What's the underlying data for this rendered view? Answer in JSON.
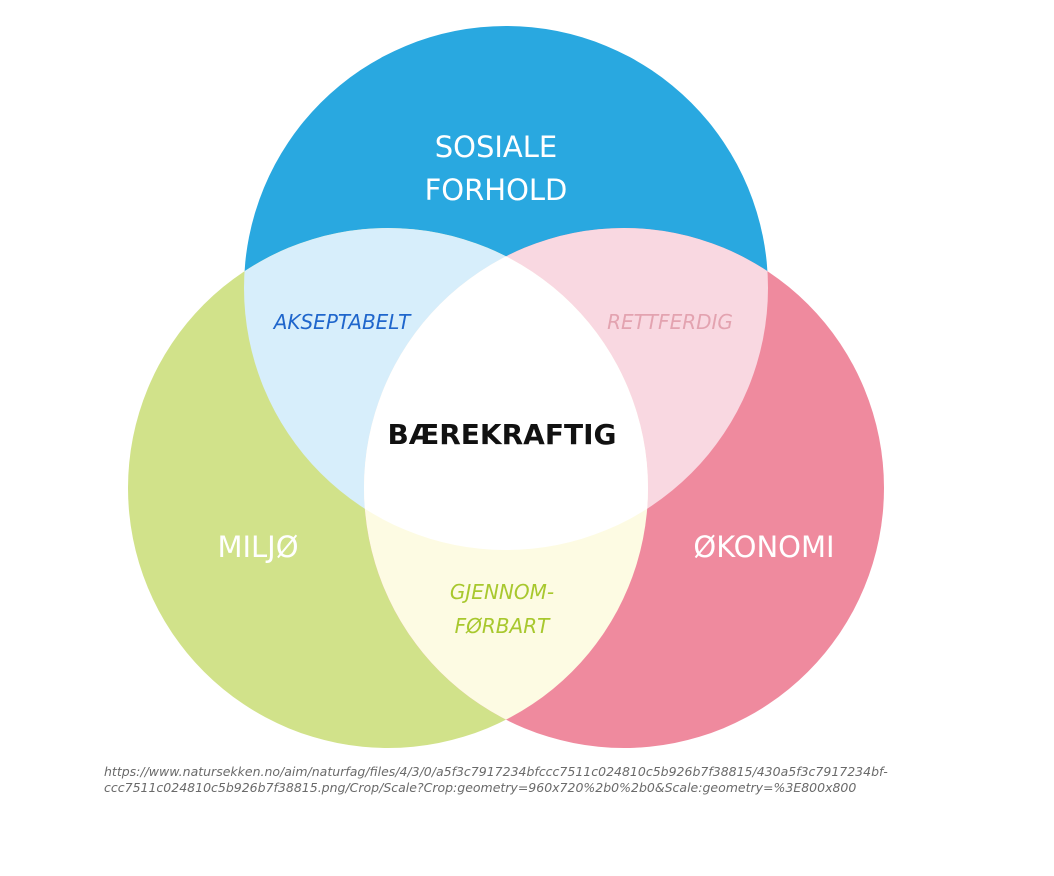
{
  "diagram": {
    "circles": {
      "top": {
        "line1": "SOSIALE",
        "line2": "FORHOLD"
      },
      "left": {
        "label": "MILJØ"
      },
      "right": {
        "label": "ØKONOMI"
      }
    },
    "overlaps": {
      "top_left": "AKSEPTABELT",
      "top_right": "RETTFERDIG",
      "bottom_line1": "GJENNOM-",
      "bottom_line2": "FØRBART"
    },
    "center": "BÆREKRAFTIG"
  },
  "colors": {
    "social": "#29a8e0",
    "environment": "#d1e28a",
    "economy": "#ef8a9e",
    "social_environment": "#d7eefb",
    "social_economy": "#f9d8e1",
    "environment_economy": "#fdfbe3",
    "center": "#ffffff",
    "label_acceptable": "#1f66cc",
    "label_fair": "#e3a3b0",
    "label_viable": "#a8c82e",
    "label_center": "#111111"
  },
  "caption": {
    "line1": "https://www.natursekken.no/aim/naturfag/files/4/3/0/a5f3c7917234bfccc7511c024810c5b926b7f38815/430a5f3c7917234bf-",
    "line2": "ccc7511c024810c5b926b7f38815.png/Crop/Scale?Crop:geometry=960x720%2b0%2b0&Scale:geometry=%3E800x800"
  }
}
